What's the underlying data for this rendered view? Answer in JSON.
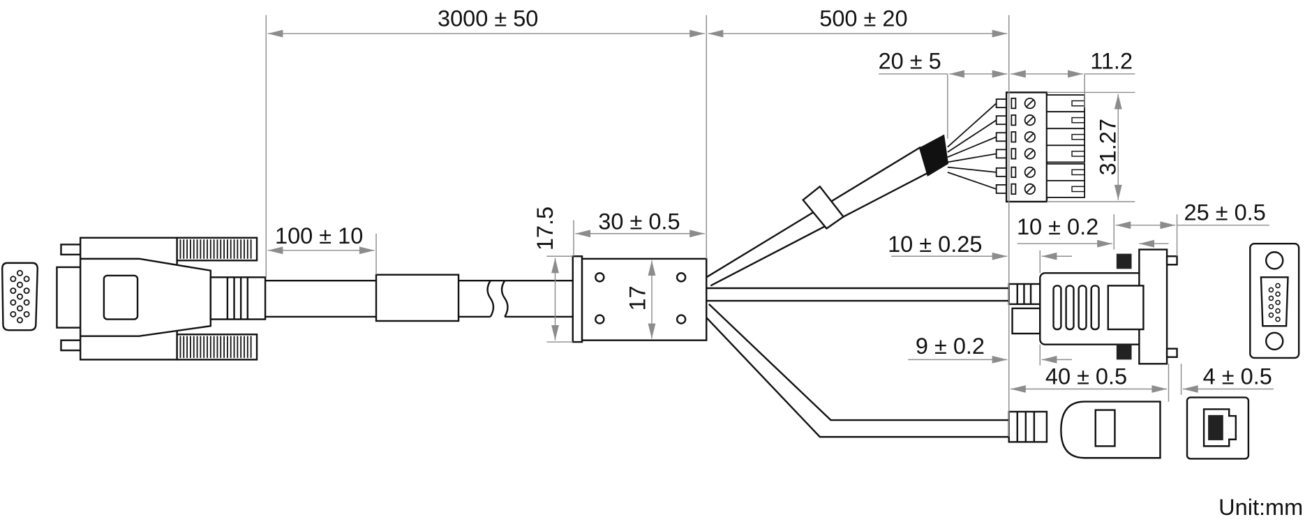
{
  "title": "VGA Y-splitter cable drawing",
  "unit_label": "Unit:mm",
  "dimensions": {
    "main_cable_length": "3000 ± 50",
    "branch_length": "500 ± 20",
    "wire_strip": "20 ± 5",
    "terminal_depth": "11.2",
    "terminal_height": "31.27",
    "db9_flange": "25 ± 0.5",
    "db9_nut": "10 ± 0.2",
    "db9_boot": "10 ± 0.25",
    "db9_lower": "9 ± 0.2",
    "rj45_length": "40 ± 0.5",
    "rj45_gap": "4 ± 0.5",
    "ferrite_offset": "100 ± 10",
    "splitter_length": "30 ± 0.5",
    "splitter_flange_height": "17.5",
    "splitter_height": "17"
  },
  "colors": {
    "line": "#111111",
    "dimension": "#8c8c8c"
  }
}
